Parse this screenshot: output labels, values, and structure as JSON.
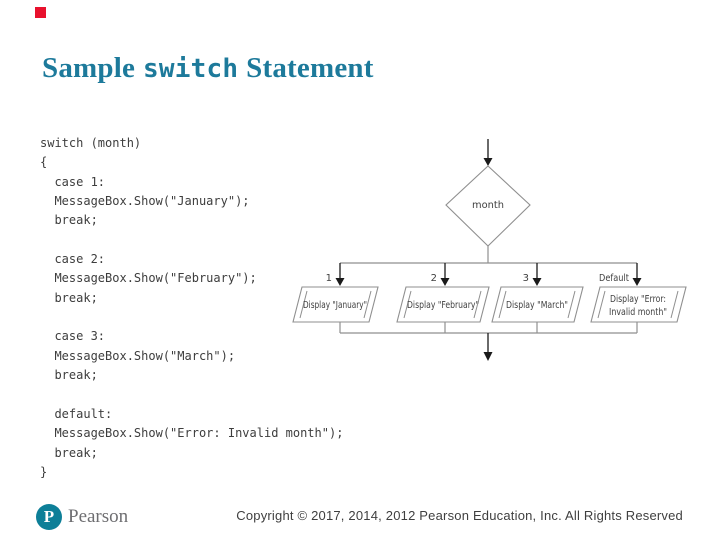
{
  "colors": {
    "accent": "#1d7a9b",
    "code_text": "#3d3d3d",
    "line_gray": "#8f8f8f",
    "arrow_black": "#1a1a1a",
    "logo_teal": "#0d7f98",
    "wordmark_gray": "#6e6e71",
    "copyright_gray": "#3f3f3f",
    "marker_red": "#e8112d"
  },
  "slide": {
    "title": {
      "prefix": "Sample",
      "keyword": "switch",
      "suffix": "Statement"
    },
    "code": "switch (month)\n{\n  case 1:\n  MessageBox.Show(\"January\");\n  break;\n\n  case 2:\n  MessageBox.Show(\"February\");\n  break;\n\n  case 3:\n  MessageBox.Show(\"March\");\n  break;\n\n  default:\n  MessageBox.Show(\"Error: Invalid month\");\n  break;\n}"
  },
  "flowchart": {
    "decision_label": "month",
    "branches": [
      {
        "label": "1",
        "display": "Display \"January\""
      },
      {
        "label": "2",
        "display": "Display \"February\""
      },
      {
        "label": "3",
        "display": "Display \"March\""
      },
      {
        "label": "Default",
        "display_line1": "Display \"Error:",
        "display_line2": "Invalid month\""
      }
    ]
  },
  "footer": {
    "logo_letter": "P",
    "logo_text": "Pearson",
    "copyright": "Copyright © 2017, 2014, 2012 Pearson Education, Inc. All Rights Reserved"
  }
}
